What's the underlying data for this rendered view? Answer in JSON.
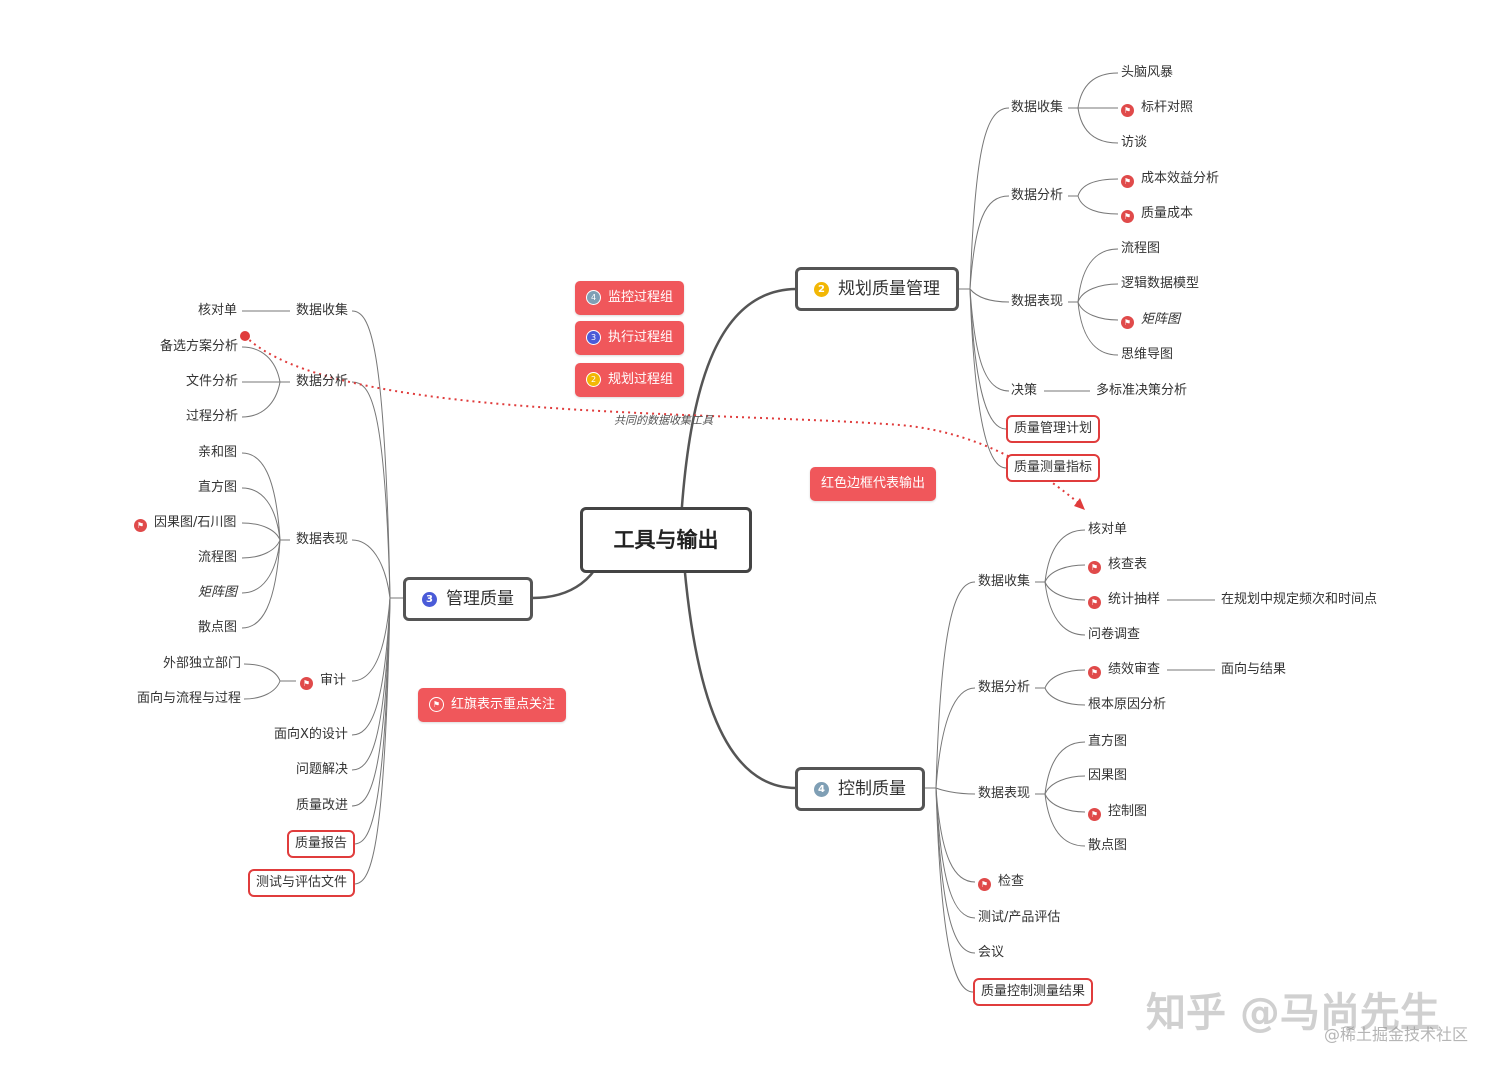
{
  "center": {
    "label": "工具与输出"
  },
  "colors": {
    "line": "#555555",
    "leaf_line": "#777777",
    "accent_red": "#f0575b",
    "flag_red": "#e04a4a",
    "num_2": "#f2b705",
    "num_3": "#4a5bd8",
    "num_4": "#7f9fb5"
  },
  "topics": {
    "plan": {
      "number": "2",
      "label": "规划质量管理"
    },
    "manage": {
      "number": "3",
      "label": "管理质量"
    },
    "control": {
      "number": "4",
      "label": "控制质量"
    }
  },
  "legend": {
    "groups": [
      {
        "number": "4",
        "label": "监控过程组"
      },
      {
        "number": "3",
        "label": "执行过程组"
      },
      {
        "number": "2",
        "label": "规划过程组"
      }
    ],
    "red_border": "红色边框代表输出",
    "red_flag": "红旗表示重点关注",
    "shared_tool_note": "共同的数据收集工具"
  },
  "plan": {
    "data_collection": {
      "label": "数据收集",
      "items": [
        "头脑风暴",
        "标杆对照",
        "访谈"
      ]
    },
    "data_analysis": {
      "label": "数据分析",
      "items": [
        "成本效益分析",
        "质量成本"
      ]
    },
    "data_representation": {
      "label": "数据表现",
      "items": [
        "流程图",
        "逻辑数据模型",
        "矩阵图",
        "思维导图"
      ]
    },
    "decision": {
      "label": "决策",
      "item": "多标准决策分析"
    },
    "outputs": [
      "质量管理计划",
      "质量测量指标"
    ]
  },
  "manage": {
    "data_collection": {
      "label": "数据收集",
      "item": "核对单"
    },
    "data_analysis": {
      "label": "数据分析",
      "items": [
        "备选方案分析",
        "文件分析",
        "过程分析"
      ]
    },
    "data_representation": {
      "label": "数据表现",
      "items": [
        "亲和图",
        "直方图",
        "因果图/石川图",
        "流程图",
        "矩阵图",
        "散点图"
      ]
    },
    "audit": {
      "label": "审计",
      "items": [
        "外部独立部门",
        "面向与流程与过程"
      ]
    },
    "others": [
      "面向X的设计",
      "问题解决",
      "质量改进"
    ],
    "outputs": [
      "质量报告",
      "测试与评估文件"
    ]
  },
  "control": {
    "data_collection": {
      "label": "数据收集",
      "items": [
        "核对单",
        "核查表",
        "统计抽样",
        "问卷调查"
      ],
      "sampling_note": "在规划中规定频次和时间点"
    },
    "data_analysis": {
      "label": "数据分析",
      "items": [
        "绩效审查",
        "根本原因分析"
      ],
      "review_note": "面向与结果"
    },
    "data_representation": {
      "label": "数据表现",
      "items": [
        "直方图",
        "因果图",
        "控制图",
        "散点图"
      ]
    },
    "others": [
      "检查",
      "测试/产品评估",
      "会议"
    ],
    "outputs": [
      "质量控制测量结果"
    ]
  },
  "watermark": {
    "main": "知乎 @马尚先生",
    "sub": "@稀土掘金技术社区"
  }
}
